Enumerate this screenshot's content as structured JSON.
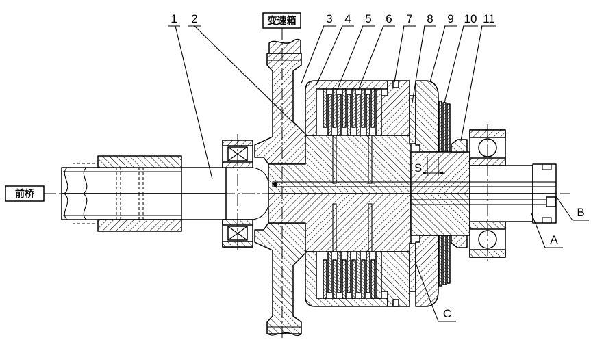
{
  "callouts": {
    "gearbox": "变速箱",
    "front_axle": "前桥"
  },
  "part_numbers": [
    "1",
    "2",
    "3",
    "4",
    "5",
    "6",
    "7",
    "8",
    "9",
    "10",
    "11"
  ],
  "reference_letters": {
    "s": "S",
    "a": "A",
    "b": "B",
    "c": "C"
  }
}
